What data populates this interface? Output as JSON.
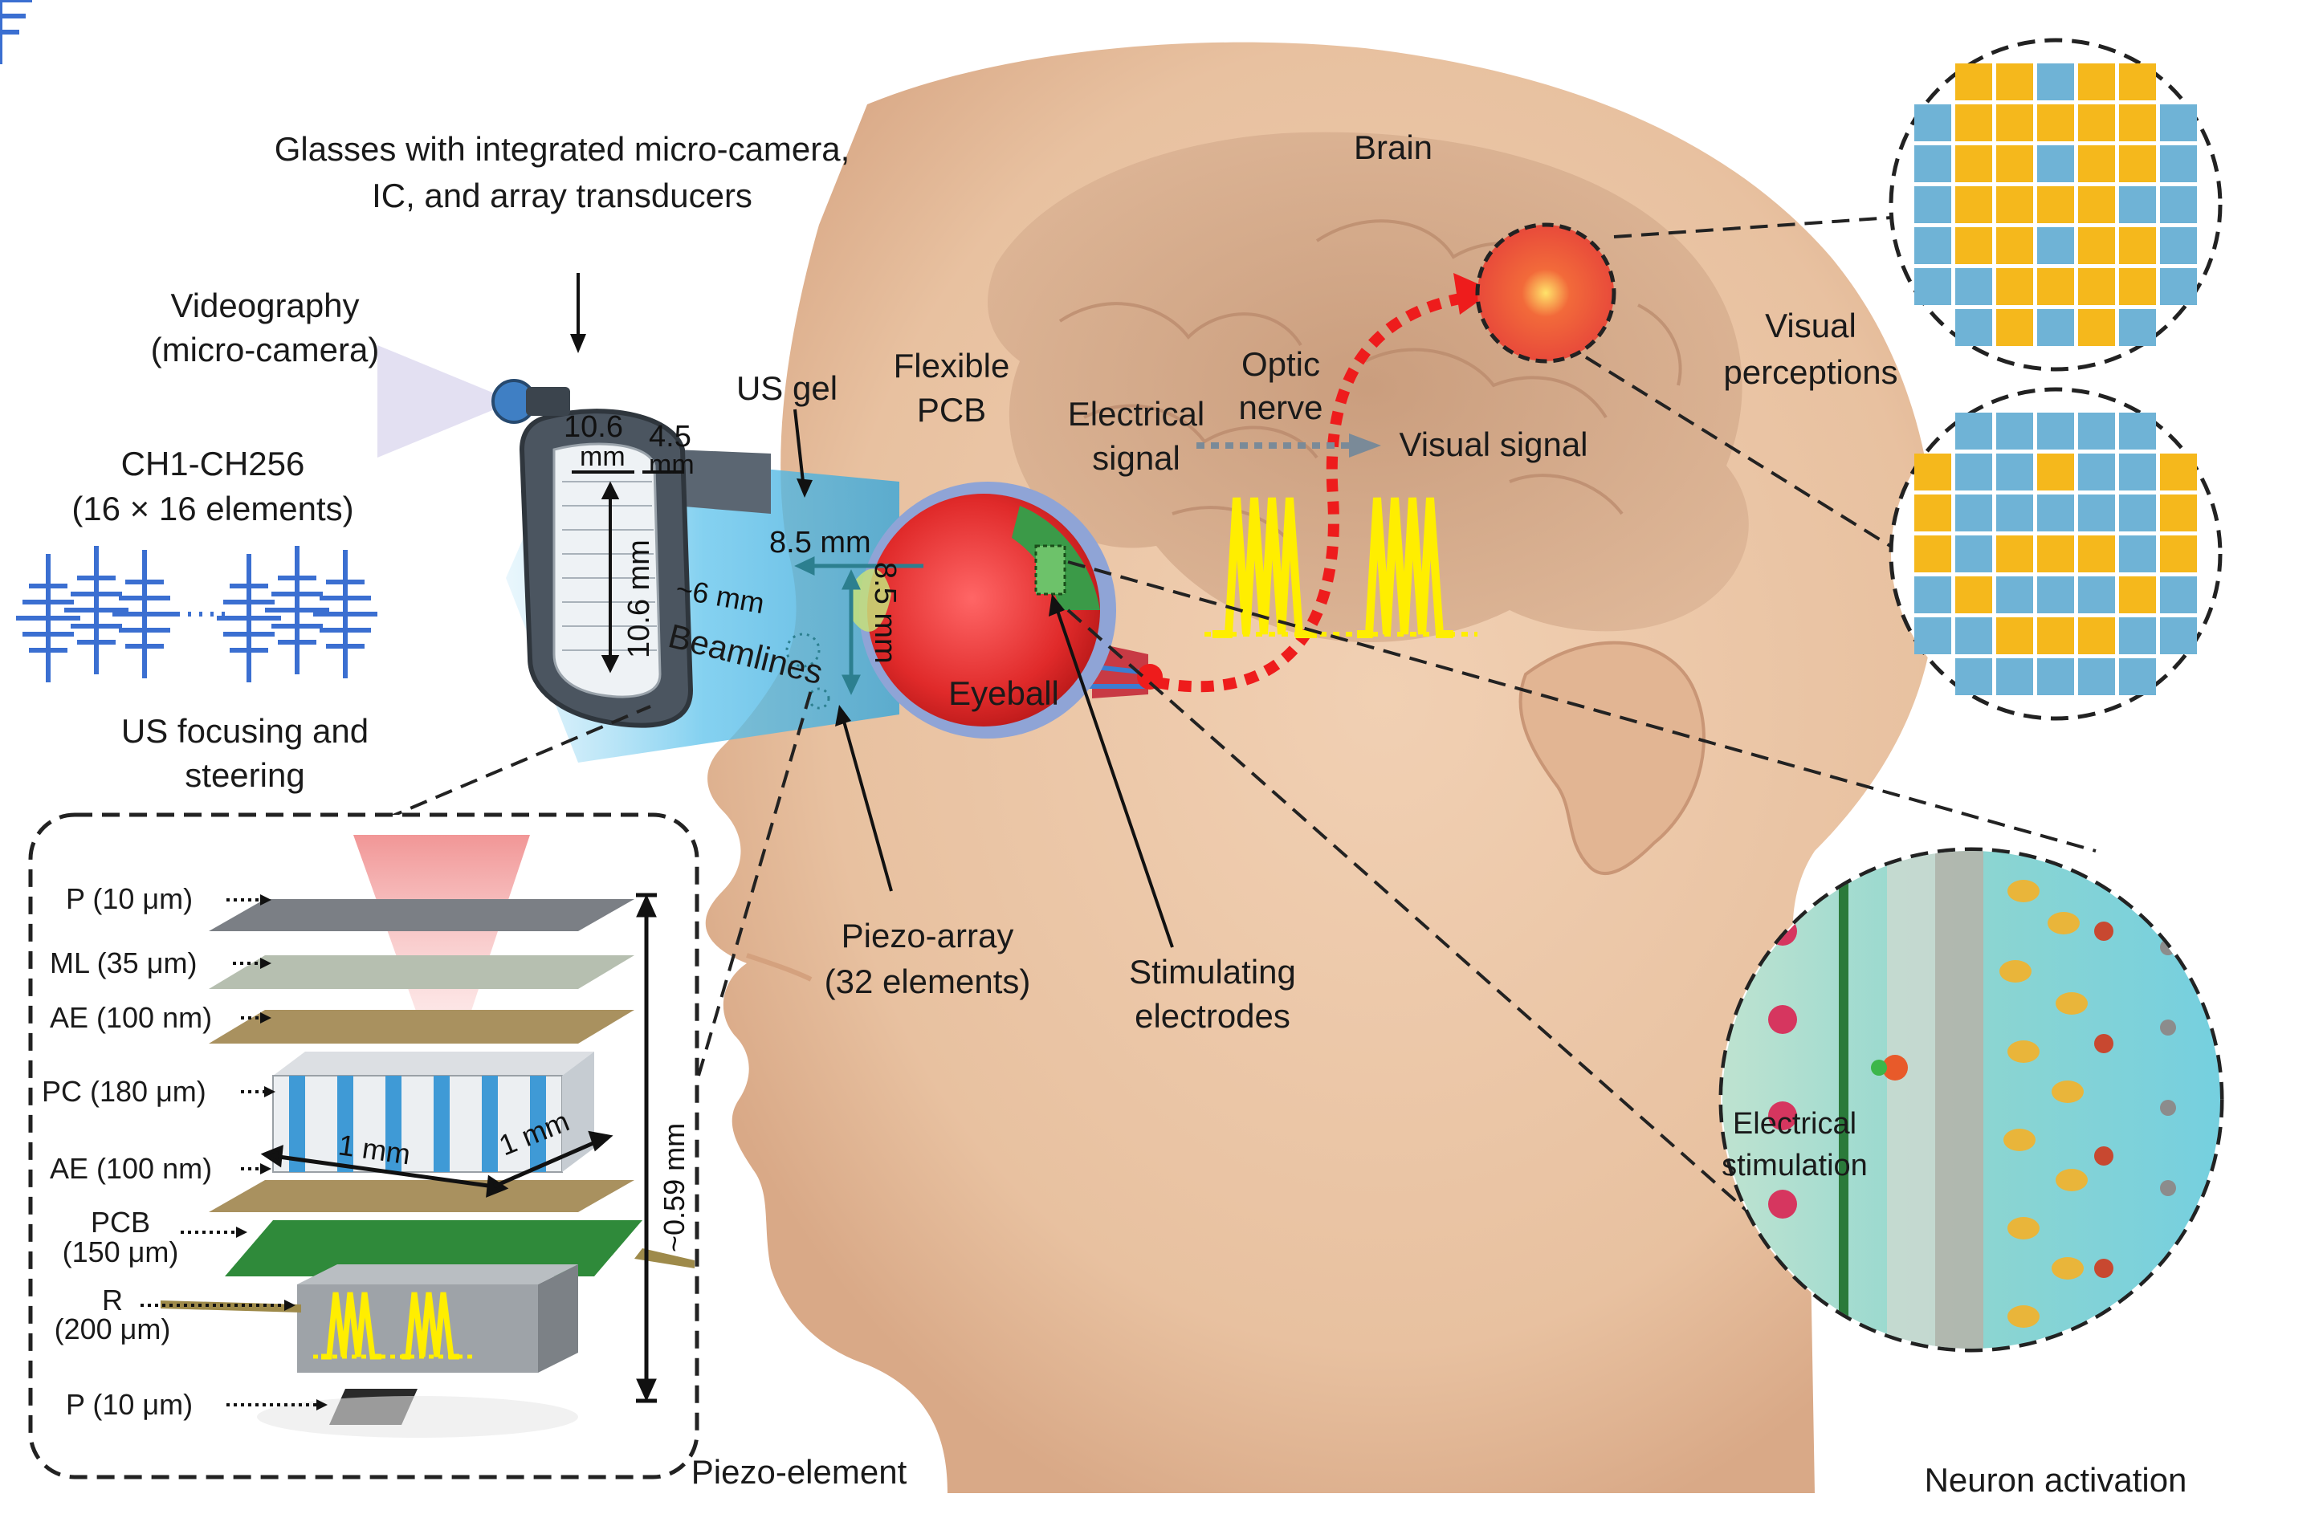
{
  "colors": {
    "skin": "#ecc7a5",
    "skin_shadow": "#d9a987",
    "brain": "#c99a7a",
    "beam": "#5fc3ec",
    "eyeball": "#e83434",
    "signal_dots": "#ee1c1c",
    "waveform": "#ffee00",
    "pixel_on": "#f5b81c",
    "pixel_off": "#6fb3d6",
    "pcb_green": "#2f8a3a"
  },
  "icons": {
    "camera": "camera-icon",
    "transducer": "transducer-element-icon"
  },
  "labels": {
    "glasses": [
      "Glasses with integrated micro-camera,",
      "IC, and array transducers"
    ],
    "videography": [
      "Videography",
      "(micro-camera)"
    ],
    "channels": [
      "CH1-CH256",
      "(16 × 16 elements)"
    ],
    "focusing": [
      "US focusing and",
      "steering"
    ],
    "us_gel": "US gel",
    "flexible_pcb": [
      "Flexible",
      "PCB"
    ],
    "brain": "Brain",
    "optic_nerve": [
      "Optic",
      "nerve"
    ],
    "electrical_signal": [
      "Electrical",
      "signal"
    ],
    "visual_signal": "Visual signal",
    "visual_perceptions": [
      "Visual",
      "perceptions"
    ],
    "eyeball": "Eyeball",
    "beamlines": "Beamlines",
    "piezo_array": [
      "Piezo-array",
      "(32 elements)"
    ],
    "stimulating_electrodes": [
      "Stimulating",
      "electrodes"
    ],
    "piezo_element": "Piezo-element",
    "neuron_activation": "Neuron activation",
    "electrical_stimulation": [
      "Electrical",
      "stimulation"
    ]
  },
  "dimensions": {
    "glasses_width": [
      "10.6",
      "mm"
    ],
    "glasses_depth": [
      "4.5",
      "mm"
    ],
    "glasses_height": "10.6 mm",
    "beam_distance": "~6 mm",
    "eye_horizontal": "8.5 mm",
    "eye_vertical": "8.5 mm",
    "cell_x": "1 mm",
    "cell_y": "1 mm",
    "stack_total": "~0.59 mm"
  },
  "layers": [
    {
      "text": "P (10 μm)"
    },
    {
      "text": "ML (35 μm)"
    },
    {
      "text": "AE (100 nm)"
    },
    {
      "text": "PC (180 μm)"
    },
    {
      "text": "AE (100 nm)"
    },
    {
      "text": "PCB",
      "sub": "(150 μm)"
    },
    {
      "text": "R",
      "sub": "(200 μm)"
    },
    {
      "text": "P (10 μm)"
    }
  ],
  "perception_grids": [
    {
      "pattern": [
        "0110110",
        "0111110",
        "0110110",
        "0111100",
        "0110110",
        "0011110",
        "0010100"
      ]
    },
    {
      "pattern": [
        "0000000",
        "1001001",
        "1000001",
        "1011101",
        "0100010",
        "0011100",
        "0000000"
      ]
    }
  ]
}
